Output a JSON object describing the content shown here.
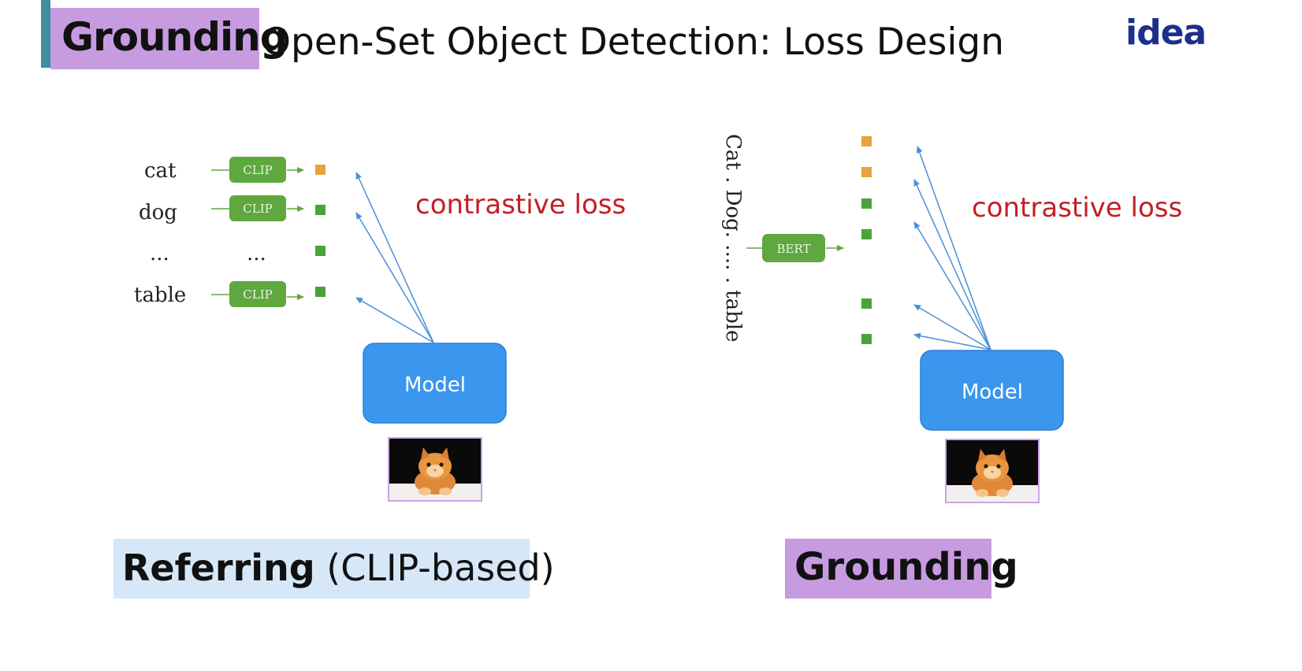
{
  "title": {
    "highlight": "Grounding",
    "rest": "Open-Set Object Detection: Loss Design"
  },
  "logo": "idea",
  "left_panel": {
    "words": [
      "cat",
      "dog",
      "...",
      "table"
    ],
    "encoder_label": "CLIP",
    "ellipsis": "...",
    "loss_label": "contrastive loss",
    "model_label": "Model",
    "caption_bold": "Referring",
    "caption_rest": "(CLIP-based)"
  },
  "right_panel": {
    "vertical_text": "Cat . Dog. .... . table",
    "encoder_label": "BERT",
    "loss_label": "contrastive loss",
    "model_label": "Model",
    "caption": "Grounding"
  },
  "colors": {
    "encoder_green": "#5ea83f",
    "square_green": "#4aa33a",
    "square_orange": "#e8a33a",
    "model_blue": "#3b96ee",
    "arrow_blue": "#4a90d6",
    "loss_red": "#c21f24"
  },
  "icons": [
    "cat-image-icon"
  ]
}
